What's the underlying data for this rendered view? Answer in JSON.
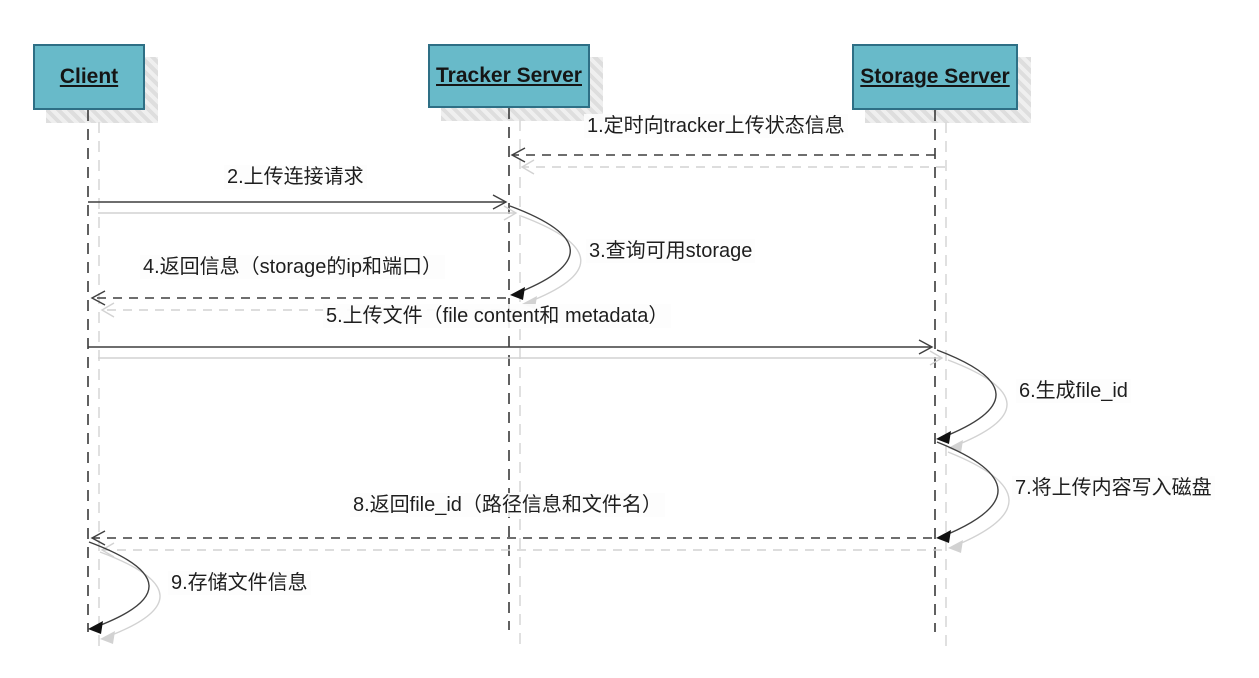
{
  "diagram_type": "sequence-diagram",
  "colors": {
    "actor_fill": "#68BAC9",
    "actor_border": "#2E6F85",
    "line": "#3f3f3f",
    "shadow": "#d2d2d2",
    "background": "#ffffff"
  },
  "actors": [
    {
      "name": "Client"
    },
    {
      "name": "Tracker Server"
    },
    {
      "name": "Storage Server"
    }
  ],
  "messages": [
    {
      "label": "1.定时向tracker上传状态信息",
      "from": "Storage Server",
      "to": "Tracker Server",
      "style": "dashed"
    },
    {
      "label": "2.上传连接请求",
      "from": "Client",
      "to": "Tracker Server",
      "style": "solid"
    },
    {
      "label": "3.查询可用storage",
      "from": "Tracker Server",
      "to": "Tracker Server",
      "style": "self-loop"
    },
    {
      "label": "4.返回信息（storage的ip和端口）",
      "from": "Tracker Server",
      "to": "Client",
      "style": "dashed"
    },
    {
      "label": "5.上传文件（file content和 metadata）",
      "from": "Client",
      "to": "Storage Server",
      "style": "solid"
    },
    {
      "label": "6.生成file_id",
      "from": "Storage Server",
      "to": "Storage Server",
      "style": "self-loop"
    },
    {
      "label": "7.将上传内容写入磁盘",
      "from": "Storage Server",
      "to": "Storage Server",
      "style": "self-loop"
    },
    {
      "label": "8.返回file_id（路径信息和文件名）",
      "from": "Storage Server",
      "to": "Client",
      "style": "dashed"
    },
    {
      "label": "9.存储文件信息",
      "from": "Client",
      "to": "Client",
      "style": "self-loop"
    }
  ]
}
